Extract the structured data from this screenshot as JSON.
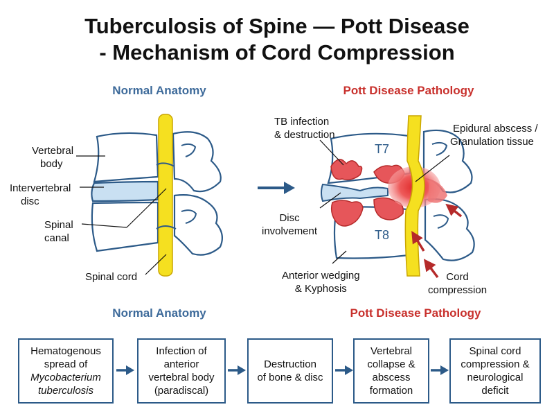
{
  "title": {
    "line1": "Tuberculosis of Spine — Pott Disease",
    "line2": "- Mechanism of Cord Compression"
  },
  "panels": {
    "left_heading": "Normal Anatomy",
    "right_heading": "Pott Disease Pathology",
    "left_heading_bottom": "Normal Anatomy",
    "right_heading_bottom": "Pott Disease Pathology"
  },
  "left_labels": {
    "vertebral_body": [
      "Vertebral",
      "body"
    ],
    "intervertebral_disc": [
      "Intervertebral",
      "disc"
    ],
    "spinal_canal": [
      "Spinal",
      "canal"
    ],
    "spinal_cord": "Spinal cord"
  },
  "right_labels": {
    "tb_infection": [
      "TB infection",
      "& destruction"
    ],
    "epidural_abscess": [
      "Epidural abscess /",
      "Granulation tissue"
    ],
    "disc_involvement": [
      "Disc",
      "involvement"
    ],
    "anterior_wedging": [
      "Anterior wedging",
      "& Kyphosis"
    ],
    "cord_compression": [
      "Cord",
      "compression"
    ],
    "t7": "T7",
    "t8": "T8"
  },
  "flow": [
    {
      "lines": [
        "Hematogenous",
        "spread of"
      ],
      "italic_lines": [
        "Mycobacterium",
        "tuberculosis"
      ]
    },
    {
      "lines": [
        "Infection of",
        "anterior",
        "vertebral body",
        "(paradiscal)"
      ],
      "italic_lines": []
    },
    {
      "lines": [
        "Destruction",
        "of bone & disc"
      ],
      "italic_lines": []
    },
    {
      "lines": [
        "Vertebral",
        "collapse &",
        "abscess",
        "formation"
      ],
      "italic_lines": []
    },
    {
      "lines": [
        "Spinal cord",
        "compression &",
        "neurological",
        "deficit"
      ],
      "italic_lines": []
    }
  ],
  "colors": {
    "outline": "#2c5a88",
    "cord": "#f5e020",
    "disc": "#c9e0f2",
    "infection": "#e6565a",
    "arrow": "#b52a2a",
    "heading_blue": "#3d6a9a",
    "heading_red": "#c8302c"
  }
}
